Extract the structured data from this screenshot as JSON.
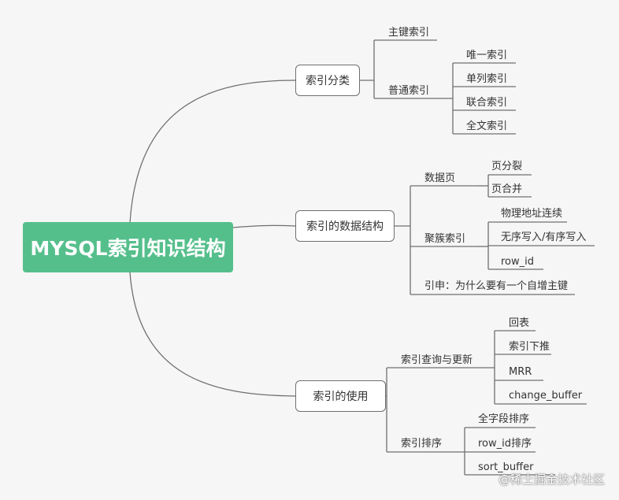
{
  "root": {
    "title": "MYSQL索引知识结构"
  },
  "branches": {
    "classification": {
      "title": "索引分类",
      "primary": "主键索引",
      "normal": "普通索引",
      "normal_children": [
        "唯一索引",
        "单列索引",
        "联合索引",
        "全文索引"
      ]
    },
    "structure": {
      "title": "索引的数据结构",
      "data_page": "数据页",
      "data_page_children": [
        "页分裂",
        "页合并"
      ],
      "clustered": "聚簇索引",
      "clustered_children": [
        "物理地址连续",
        "无序写入/有序写入",
        "row_id"
      ],
      "extension": "引申：为什么要有一个自增主键"
    },
    "usage": {
      "title": "索引的使用",
      "query": "索引查询与更新",
      "query_children": [
        "回表",
        "索引下推",
        "MRR",
        "change_buffer"
      ],
      "sort": "索引排序",
      "sort_children": [
        "全字段排序",
        "row_id排序",
        "sort_buffer"
      ]
    }
  },
  "watermark": "@稀土掘金技术社区",
  "colors": {
    "root_fill": "#55bf8c",
    "line": "#6f6f6f",
    "background": "#f6f6f6"
  }
}
